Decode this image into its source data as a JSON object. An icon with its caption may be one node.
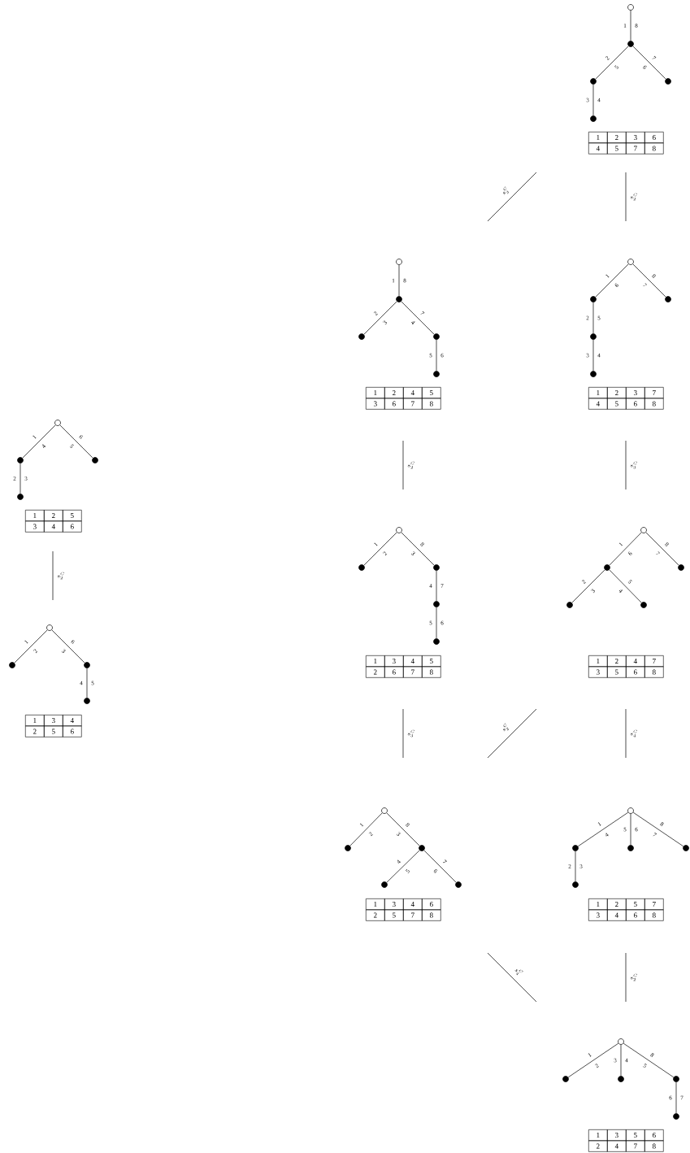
{
  "diagram": {
    "nodes": [
      {
        "text": [],
        "shape": "circle"
      },
      {
        "text": [],
        "shape": "circle"
      },
      {
        "text": [],
        "shape": "circle"
      },
      {
        "text": [],
        "shape": "circle"
      },
      {
        "text": [],
        "shape": "circle"
      },
      {
        "text": [],
        "shape": "circle"
      },
      {
        "text": [],
        "shape": "circle"
      },
      {
        "text": [],
        "shape": "circle"
      },
      {
        "text": [],
        "shape": "circle"
      },
      {
        "text": [],
        "shape": "circle"
      },
      {
        "text": [],
        "shape": "circle"
      },
      {
        "text": [],
        "shape": "circle"
      },
      {
        "text": [],
        "shape": "circle"
      },
      {
        "text": [],
        "shape": "circle"
      },
      {
        "text": [],
        "shape": "circle"
      },
      {
        "text": [],
        "shape": "circle"
      },
      {
        "text": [],
        "shape": "circle"
      },
      {
        "text": [],
        "shape": "circle"
      },
      {
        "text": [],
        "shape": "circle"
      },
      {
        "text": [],
        "shape": "circle"
      },
      {
        "text": [],
        "shape": "circle"
      },
      {
        "text": [],
        "shape": "circle"
      },
      {
        "text": [],
        "shape": "circle"
      },
      {
        "text": [],
        "shape": "circle"
      },
      {
        "text": [],
        "shape": "circle"
      },
      {
        "text": [],
        "shape": "circle"
      },
      {
        "text": [],
        "shape": "circle"
      },
      {
        "text": [],
        "shape": "circle"
      },
      {
        "text": [],
        "shape": "circle"
      },
      {
        "text": [],
        "shape": "circle"
      },
      {
        "text": [],
        "shape": "circle"
      },
      {
        "text": [],
        "shape": "circle"
      },
      {
        "text": [],
        "shape": "circle"
      },
      {
        "text": [],
        "shape": "circle"
      },
      {
        "text": [],
        "shape": "circle"
      },
      {
        "text": [],
        "shape": "circle"
      },
      {
        "text": [],
        "shape": "circle"
      },
      {
        "text": [],
        "shape": "circle"
      },
      {
        "text": [],
        "shape": "circle"
      },
      {
        "text": [],
        "shape": "circle"
      },
      {
        "text": [],
        "shape": "circle"
      },
      {
        "text": [],
        "shape": "circle"
      },
      {
        "text": [],
        "shape": "circle"
      },
      {
        "text": [],
        "shape": "circle"
      },
      {
        "text": [],
        "shape": "circle"
      },
      {
        "text": [],
        "shape": "circle"
      },
      {
        "text": [],
        "shape": "circle"
      },
      {
        "text": [],
        "shape": "circle"
      }
    ],
    "edges": [
      {
        "from": 0,
        "to": 1,
        "arrow": "none"
      },
      {
        "from": 1,
        "to": 2,
        "arrow": "none"
      },
      {
        "from": 1,
        "to": 3,
        "arrow": "none"
      },
      {
        "from": 2,
        "to": 4,
        "arrow": "none"
      },
      {
        "from": 5,
        "to": 6,
        "arrow": "none"
      },
      {
        "from": 6,
        "to": 7,
        "arrow": "none"
      },
      {
        "from": 6,
        "to": 8,
        "arrow": "none"
      },
      {
        "from": 8,
        "to": 9,
        "arrow": "none"
      },
      {
        "from": 10,
        "to": 11,
        "arrow": "none"
      },
      {
        "from": 10,
        "to": 12,
        "arrow": "none"
      },
      {
        "from": 11,
        "to": 13,
        "arrow": "none"
      },
      {
        "from": 13,
        "to": 14,
        "arrow": "none"
      },
      {
        "from": 15,
        "to": 16,
        "arrow": "none"
      },
      {
        "from": 15,
        "to": 17,
        "arrow": "none"
      },
      {
        "from": 16,
        "to": 18,
        "arrow": "none"
      },
      {
        "from": 19,
        "to": 20,
        "arrow": "none"
      },
      {
        "from": 19,
        "to": 21,
        "arrow": "none"
      },
      {
        "from": 21,
        "to": 22,
        "arrow": "none"
      },
      {
        "from": 22,
        "to": 23,
        "arrow": "none"
      },
      {
        "from": 24,
        "to": 25,
        "arrow": "none"
      },
      {
        "from": 24,
        "to": 26,
        "arrow": "none"
      },
      {
        "from": 25,
        "to": 27,
        "arrow": "none"
      },
      {
        "from": 25,
        "to": 28,
        "arrow": "none"
      },
      {
        "from": 29,
        "to": 30,
        "arrow": "none"
      },
      {
        "from": 29,
        "to": 31,
        "arrow": "none"
      },
      {
        "from": 31,
        "to": 32,
        "arrow": "none"
      },
      {
        "from": 33,
        "to": 34,
        "arrow": "none"
      },
      {
        "from": 33,
        "to": 35,
        "arrow": "none"
      },
      {
        "from": 35,
        "to": 36,
        "arrow": "none"
      },
      {
        "from": 35,
        "to": 37,
        "arrow": "none"
      },
      {
        "from": 38,
        "to": 39,
        "arrow": "none"
      },
      {
        "from": 38,
        "to": 40,
        "arrow": "none"
      },
      {
        "from": 38,
        "to": 41,
        "arrow": "none"
      },
      {
        "from": 39,
        "to": 42,
        "arrow": "none"
      },
      {
        "from": 43,
        "to": 44,
        "arrow": "none"
      },
      {
        "from": 43,
        "to": 45,
        "arrow": "none"
      },
      {
        "from": 43,
        "to": 46,
        "arrow": "none"
      },
      {
        "from": 46,
        "to": 47,
        "arrow": "none"
      }
    ],
    "labels": [
      "1",
      "8",
      "2",
      "5",
      "6",
      "7",
      "3",
      "4",
      "1",
      "2",
      "3",
      "6",
      "4",
      "5",
      "7",
      "8",
      "s_3^C",
      "s_2^C",
      "1",
      "8",
      "2",
      "3",
      "4",
      "7",
      "5",
      "6",
      "1",
      "2",
      "4",
      "5",
      "3",
      "6",
      "7",
      "8",
      "1",
      "6",
      "7",
      "8",
      "2",
      "5",
      "3",
      "4",
      "1",
      "2",
      "3",
      "7",
      "4",
      "5",
      "6",
      "8",
      "s_2^C",
      "s_3^C",
      "1",
      "4",
      "5",
      "6",
      "2",
      "3",
      "1",
      "2",
      "5",
      "3",
      "4",
      "6",
      "s_2^C",
      "1",
      "2",
      "3",
      "8",
      "4",
      "7",
      "5",
      "6",
      "1",
      "3",
      "4",
      "5",
      "2",
      "6",
      "7",
      "8",
      "1",
      "6",
      "7",
      "8",
      "2",
      "3",
      "4",
      "5",
      "1",
      "2",
      "4",
      "7",
      "3",
      "5",
      "6",
      "8",
      "1",
      "2",
      "3",
      "6",
      "4",
      "5",
      "1",
      "3",
      "4",
      "2",
      "5",
      "6",
      "s_3^C",
      "s_2^C",
      "s_4^C",
      "1",
      "2",
      "3",
      "8",
      "4",
      "5",
      "6",
      "7",
      "1",
      "3",
      "4",
      "6",
      "2",
      "5",
      "7",
      "8",
      "1",
      "4",
      "5",
      "6",
      "7",
      "8",
      "2",
      "3",
      "1",
      "2",
      "5",
      "7",
      "3",
      "4",
      "6",
      "8",
      "s_4^C",
      "s_2^C",
      "1",
      "2",
      "3",
      "4",
      "5",
      "8",
      "6",
      "7",
      "1",
      "3",
      "5",
      "6",
      "2",
      "4",
      "7",
      "8"
    ]
  }
}
